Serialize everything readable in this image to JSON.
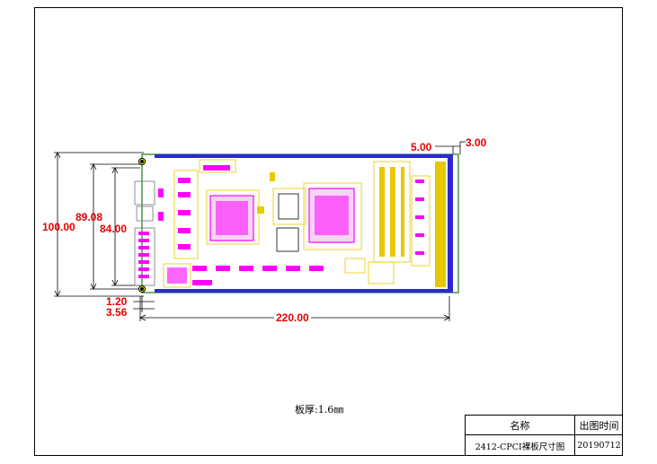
{
  "dimensions": {
    "width_total": "220.00",
    "height_total": "100.00",
    "height_mid": "89.08",
    "height_inner": "84.00",
    "offset_bottom_1": "1.20",
    "offset_bottom_2": "3.56",
    "offset_top_1": "5.00",
    "offset_top_2": "3.00"
  },
  "note": "板厚:1.6㎜",
  "title_block": {
    "name_header": "名称",
    "date_header": "出图时间",
    "name_value": "2412-CPCI裸板尺寸图",
    "date_value": "20190712"
  },
  "colors": {
    "dimension": "#e60000",
    "copper": "#ff00ff",
    "silkscreen": "#e8c800",
    "outline": "#000000",
    "board_edge": "#1e7a1e"
  }
}
